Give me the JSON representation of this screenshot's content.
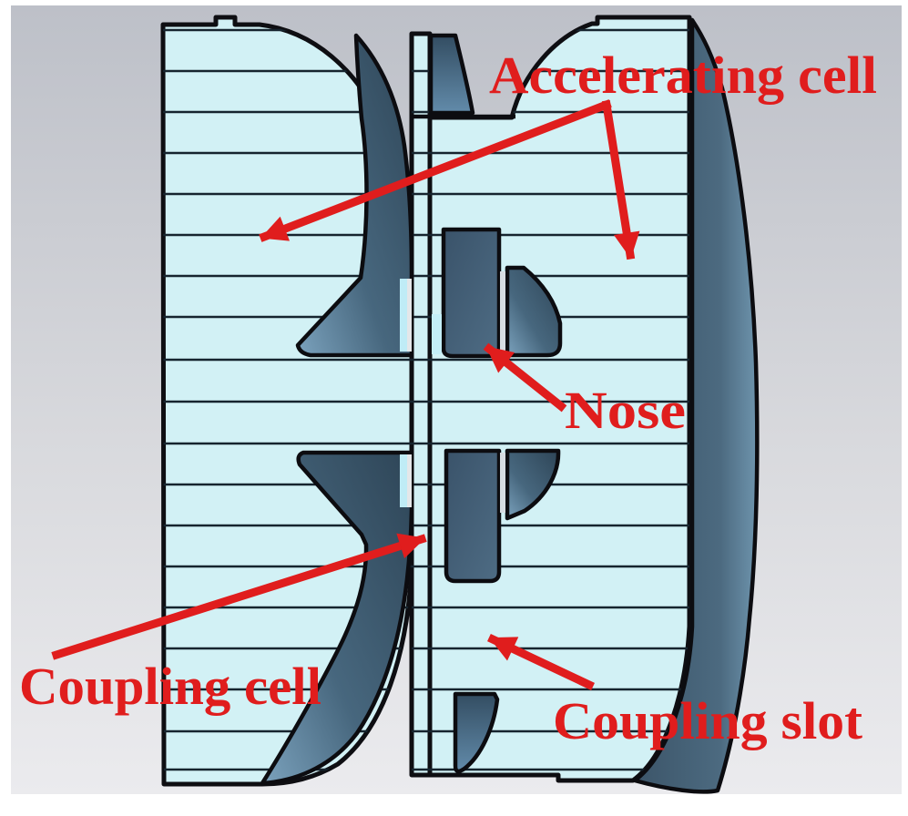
{
  "figure": {
    "kind": "cavity-cross-section-figure",
    "labels": {
      "accelerating_cell": "Accelerating cell",
      "nose": "Nose",
      "coupling_cell": "Coupling cell",
      "coupling_slot": "Coupling slot"
    },
    "colors": {
      "annotation_red": "#e01d1d",
      "section_fill_cyan": "#d2f1f5",
      "surface_steel_blue": "#41596c",
      "surface_steel_light": "#7ba2bd",
      "outline_black": "#0e0e12",
      "hatch_line": "#16242e",
      "background_gray_top": "#bdc0c8",
      "background_gray_bottom": "#ebebee"
    }
  }
}
